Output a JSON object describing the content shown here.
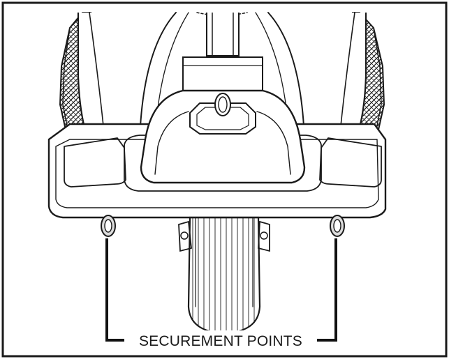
{
  "figure": {
    "callout": {
      "label": "SECUREMENT POINTS"
    },
    "colors": {
      "ink": "#1a1a1a",
      "tire_gray": "#dcdcdc",
      "paper": "#ffffff"
    },
    "parts": [
      "rear-tire-left",
      "rear-tire-right",
      "body-shroud",
      "rear-deck",
      "tiller-column",
      "tiller-hub",
      "front-wheel",
      "front-fork",
      "tie-down-ring-left",
      "tie-down-ring-right"
    ]
  }
}
